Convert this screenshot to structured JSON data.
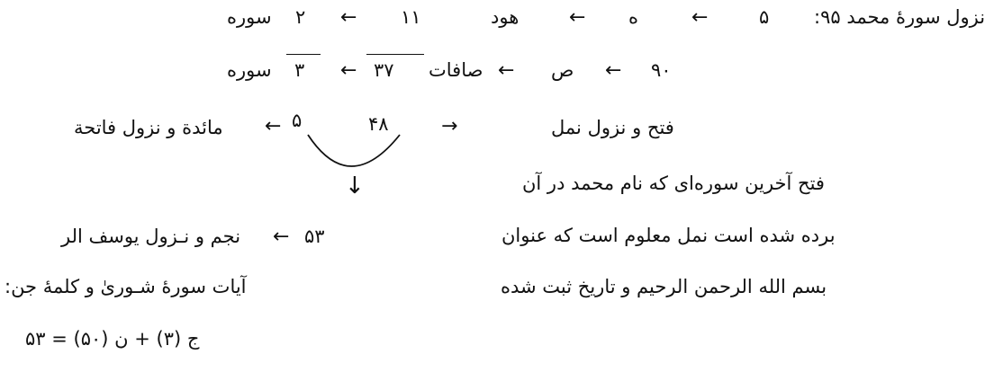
{
  "line1": {
    "label": "نزول سورهٔ محمد ۹۵:",
    "tokens": [
      "۵",
      "←",
      "ه",
      "←",
      "هود",
      "۱۱",
      "←",
      "۲",
      "سوره"
    ]
  },
  "line2": {
    "tokens": [
      "۹۰",
      "←",
      "ص",
      "←",
      "صافات",
      "۳۷",
      "←",
      "۳",
      "سوره"
    ]
  },
  "line3": {
    "left_label": "فتح و نزول نمل",
    "right_arrow": "→",
    "num_48": "۴۸",
    "num_5": "۵",
    "left_arrow": "←",
    "right_label": "مائدة و نزول فاتحة"
  },
  "down_arrow": "↓",
  "paragraph": {
    "line1": "فتح آخرین سوره‌ای که نام محمد در آن",
    "line2": "برده شده است نمل معلوم است که عنوان",
    "line3": "بسم الله الرحمن الرحیم و تاریخ ثبت شده"
  },
  "line5": {
    "num": "۵۳",
    "arrow": "←",
    "text": "نجم و نـزول یوسف الر"
  },
  "line6_right": "آیات سورهٔ شـوریٰ و کلمهٔ جن:",
  "formula": "ج (۳) + ن (۵۰) = ۵۳"
}
